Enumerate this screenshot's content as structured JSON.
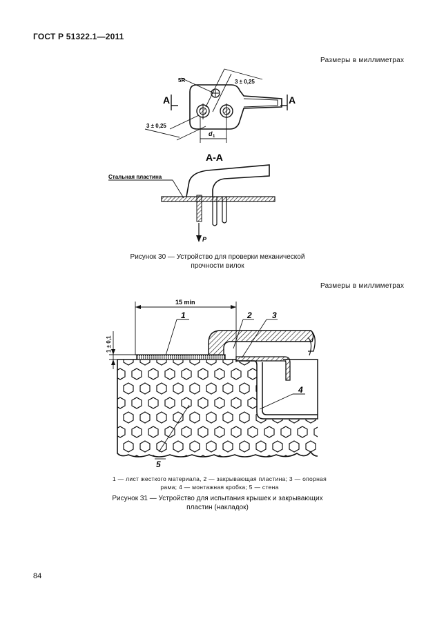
{
  "header": {
    "standard": "ГОСТ Р 51322.1—2011"
  },
  "fig30": {
    "dims_note": "Размеры в миллиметрах",
    "label_section_a_left": "A",
    "label_section_a_right": "A",
    "label_radius": "5R",
    "label_dim_top": "3 ± 0,25",
    "label_dim_left": "3 ± 0,25",
    "label_d1": "d",
    "label_d1_sub": "1",
    "section_title": "А-А",
    "label_plate": "Стальная пластина",
    "label_force": "P",
    "caption_line1": "Рисунок 30 — Устройство для проверки механической",
    "caption_line2": "прочности вилок"
  },
  "fig31": {
    "dims_note": "Размеры в миллиметрах",
    "label_15min": "15 min",
    "label_tol": "1 ± 0,1",
    "callout_1": "1",
    "callout_2": "2",
    "callout_3": "3",
    "callout_4": "4",
    "callout_5": "5",
    "legend_line1": "1 — лист жесткого материала, 2 — закрывающая пластина; 3 — опорная",
    "legend_line2": "рама; 4 — монтажная кробка; 5 — стена",
    "caption_line1": "Рисунок 31 — Устройство для испытания крышек и закрывающих",
    "caption_line2": "пластин (накладок)"
  },
  "footer": {
    "page_number": "84"
  }
}
